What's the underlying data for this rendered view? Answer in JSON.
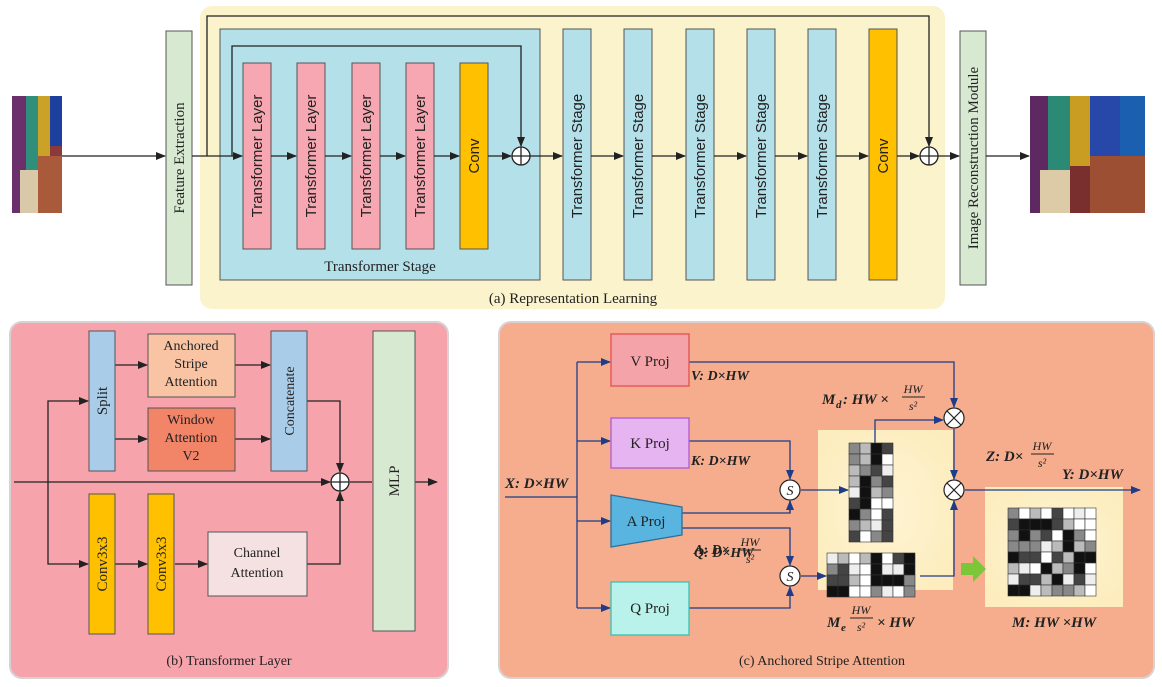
{
  "colors": {
    "panel_a_bg": "#fbf3cc",
    "panel_b_bg": "#f6a3ab",
    "panel_c_bg": "#f5ad8e",
    "transformer_layer": "#f6a7b1",
    "transformer_stage": "#b4e0e9",
    "conv": "#ffc000",
    "green_module": "#d8e9d2"
  },
  "panel_a": {
    "caption": "(a) Representation Learning",
    "feature_extraction": "Feature Extraction",
    "image_reconstruction": "Image Reconstruction Module",
    "inner_stage_label": "Transformer Stage",
    "transformer_layers": [
      "Transformer Layer",
      "Transformer Layer",
      "Transformer Layer",
      "Transformer Layer"
    ],
    "inner_conv": "Conv",
    "stages": [
      "Transformer Stage",
      "Transformer Stage",
      "Transformer Stage",
      "Transformer Stage",
      "Transformer Stage"
    ],
    "outer_conv": "Conv"
  },
  "panel_b": {
    "caption": "(b) Transformer Layer",
    "split": "Split",
    "anchored_attention": [
      "Anchored",
      "Stripe",
      "Attention"
    ],
    "window_attention": [
      "Window",
      "Attention",
      "V2"
    ],
    "concatenate": "Concatenate",
    "mlp": "MLP",
    "conv1": "Conv3x3",
    "conv2": "Conv3x3",
    "channel_attention": [
      "Channel",
      "Attention"
    ]
  },
  "panel_c": {
    "caption": "(c) Anchored Stripe Attention",
    "v_proj": "V Proj",
    "k_proj": "K Proj",
    "a_proj": "A Proj",
    "q_proj": "Q Proj",
    "x_label": "X: D×HW",
    "v_label": "V: D×HW",
    "k_label": "K: D×HW",
    "a_label_pre": "A: D×",
    "q_label": "Q: D×HW",
    "md_label_pre": "M",
    "md_sub": "d",
    "md_label_mid": ": HW ×",
    "me_label_pre": "M",
    "me_sub": "e",
    "me_label_post": "× HW",
    "z_label_pre": "Z: D×",
    "y_label": "Y: D×HW",
    "m_label": "M: HW ×HW",
    "frac_num": "HW",
    "frac_den": "s²",
    "softmax_symbol": "S",
    "multiply_symbol": "⊗"
  },
  "plus_symbol": "⊕"
}
